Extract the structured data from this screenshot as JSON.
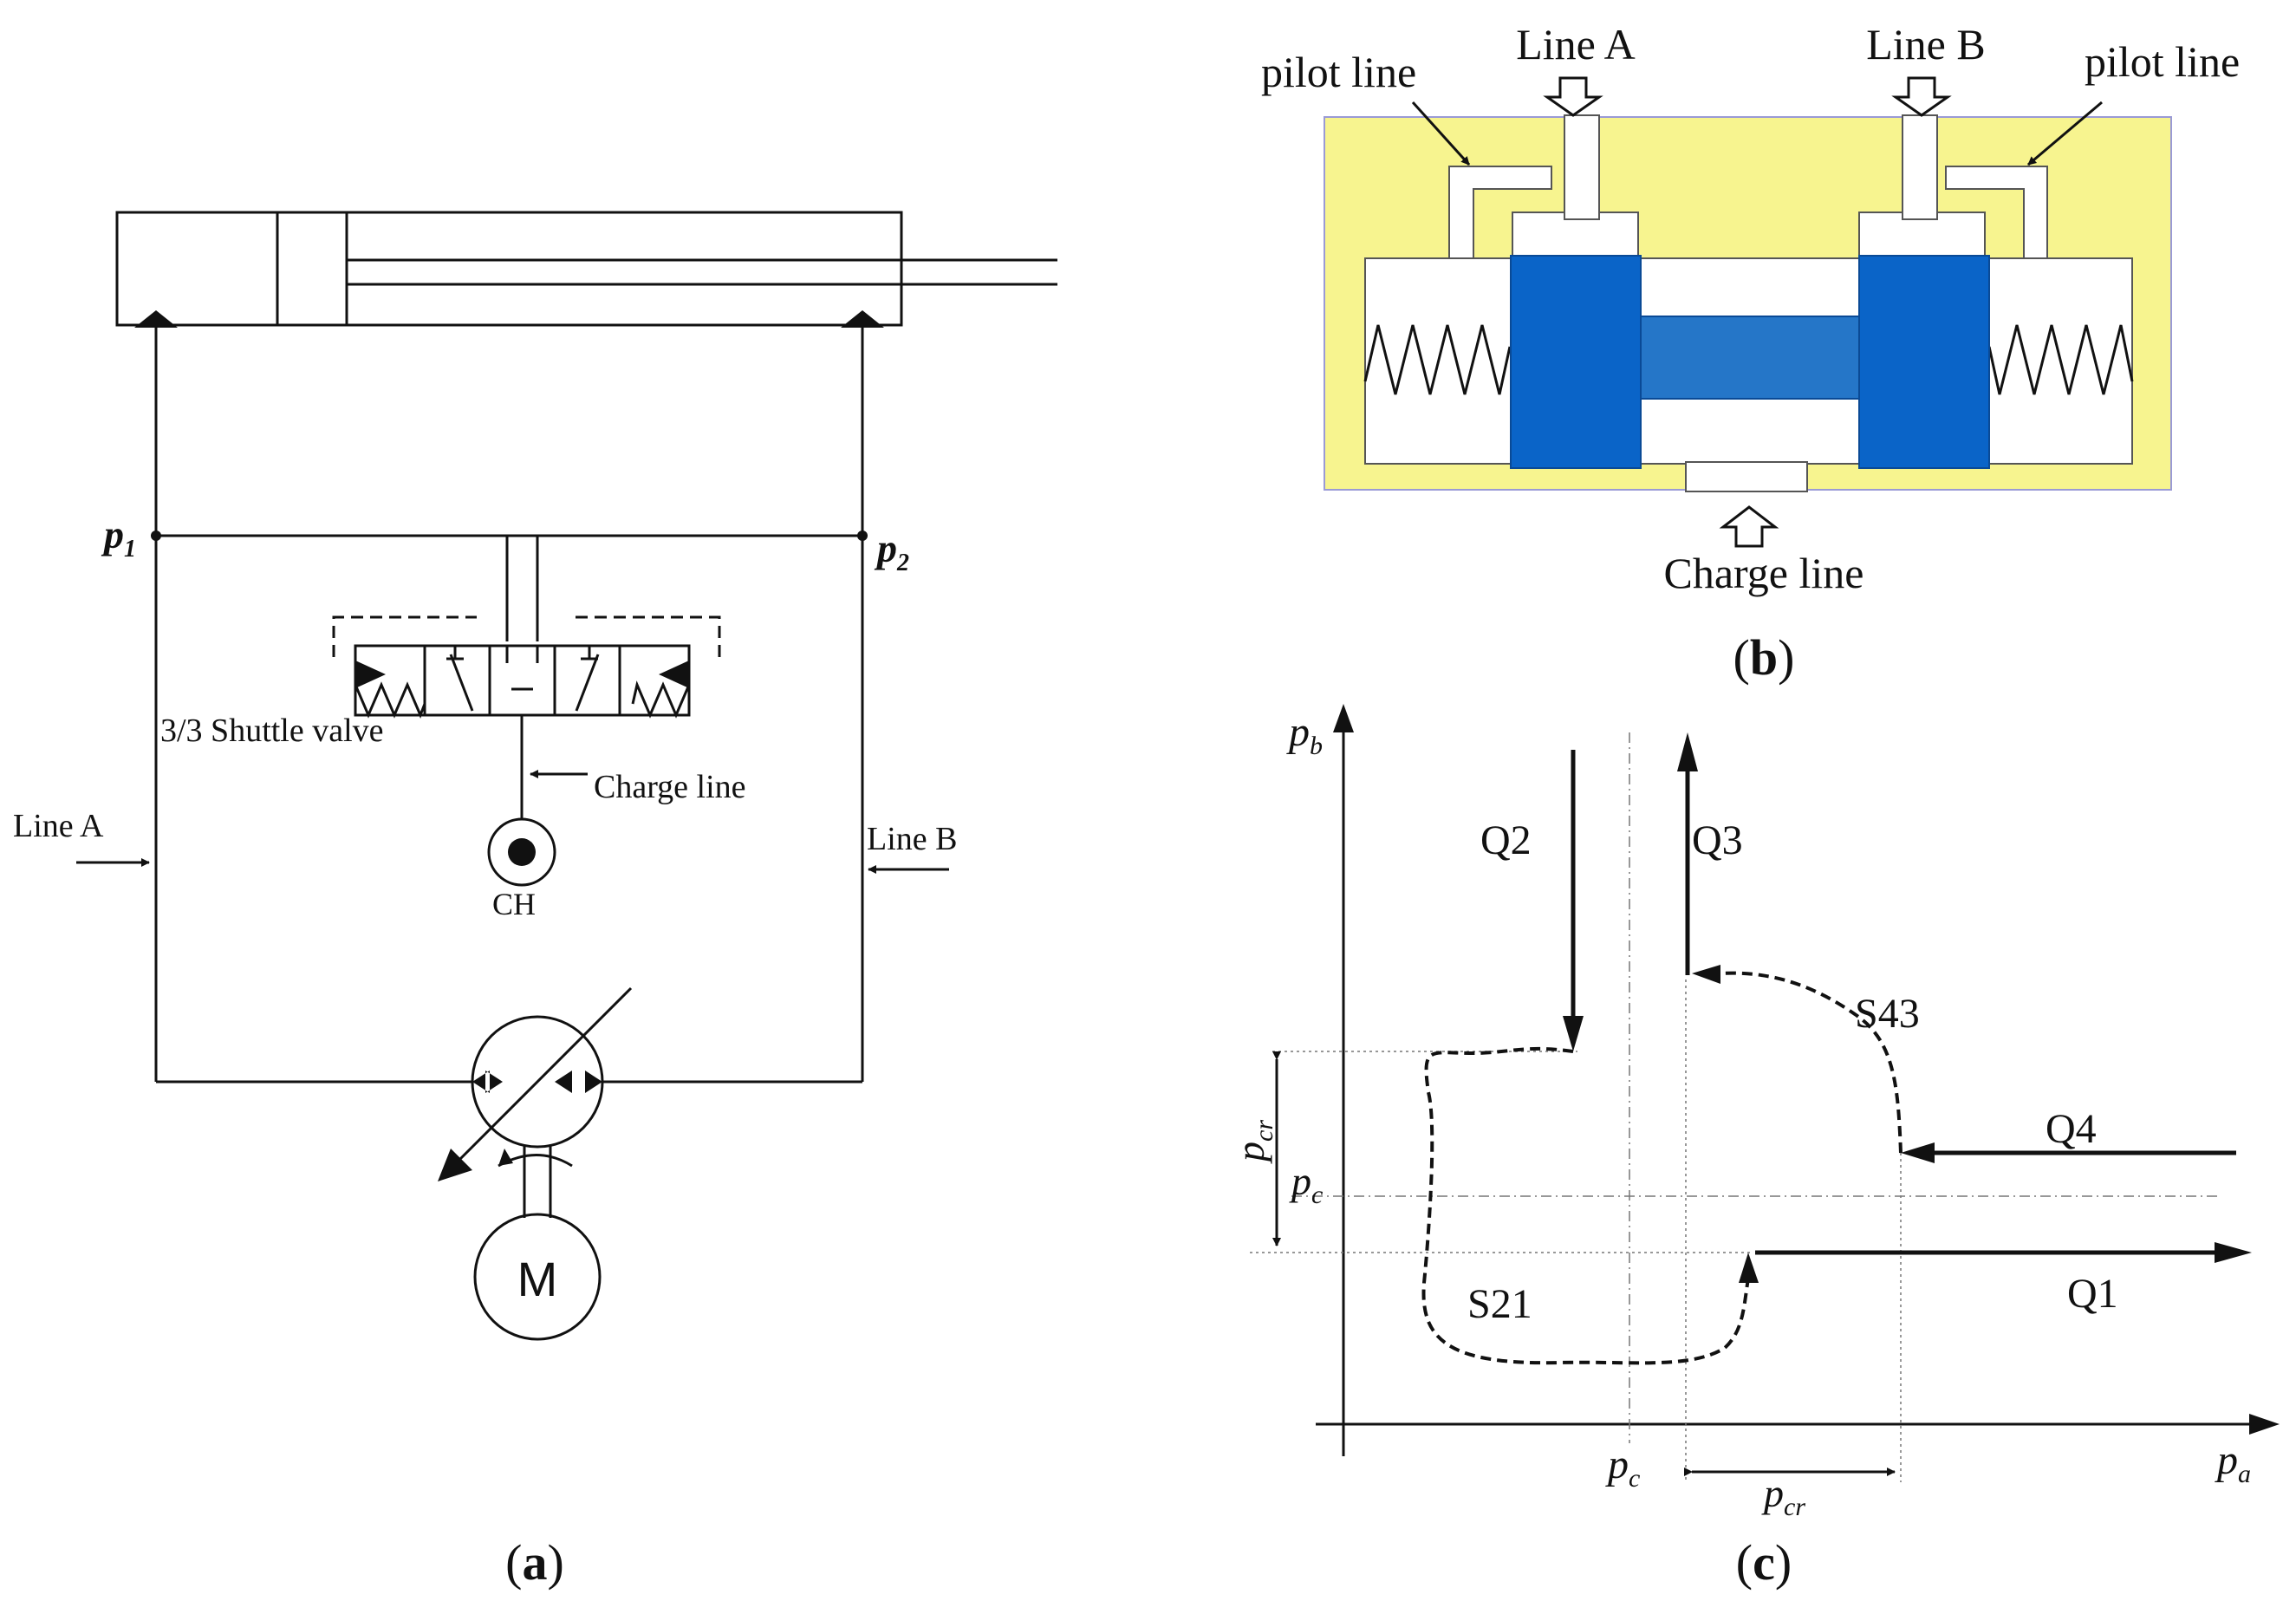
{
  "colors": {
    "ink": "#111111",
    "valve_body": "#f7f48f",
    "valve_outline": "#9a9ad6",
    "spool": "#0a64c8",
    "spool_shaft": "#2576c8"
  },
  "panel_a": {
    "caption_open": "(",
    "caption_letter": "a",
    "caption_close": ")",
    "label_p1_base": "p",
    "label_p1_sub": "1",
    "label_p2_base": "p",
    "label_p2_sub": "2",
    "label_line_a": "Line A",
    "label_line_b": "Line B",
    "label_shuttle_valve": "3/3 Shuttle valve",
    "label_charge_line": "Charge line",
    "label_ch": "CH",
    "label_motor": "M"
  },
  "panel_b": {
    "caption_open": "(",
    "caption_letter": "b",
    "caption_close": ")",
    "label_line_a": "Line A",
    "label_line_b": "Line B",
    "label_pilot_left": "pilot line",
    "label_pilot_right": "pilot line",
    "label_charge_line": "Charge line"
  },
  "panel_c": {
    "caption_open": "(",
    "caption_letter": "c",
    "caption_close": ")",
    "axis_y_base": "p",
    "axis_y_sub": "b",
    "axis_x_base": "p",
    "axis_x_sub": "a",
    "label_pc_y_base": "p",
    "label_pc_y_sub": "c",
    "label_pcr_y_base": "p",
    "label_pcr_y_sub": "cr",
    "label_pc_x_base": "p",
    "label_pc_x_sub": "c",
    "label_pcr_x_base": "p",
    "label_pcr_x_sub": "cr",
    "label_q1": "Q1",
    "label_q2": "Q2",
    "label_q3": "Q3",
    "label_q4": "Q4",
    "label_s21": "S21",
    "label_s43": "S43"
  }
}
